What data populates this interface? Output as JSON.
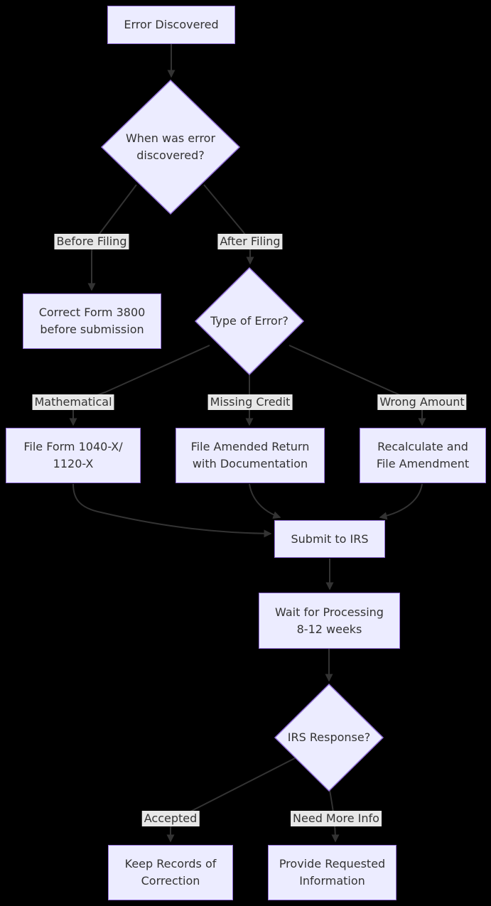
{
  "diagram": {
    "type": "flowchart",
    "nodes": {
      "error_discovered": "Error Discovered",
      "when_was_error_discovered": "When was error discovered?",
      "correct_form_3800": "Correct Form 3800 before submission",
      "type_of_error": "Type of Error?",
      "file_form_1040x": "File Form 1040-X/ 1120-X",
      "file_amended_return": "File Amended Return with Documentation",
      "recalculate_amendment": "Recalculate and File Amendment",
      "submit_to_irs": "Submit to IRS",
      "wait_processing": "Wait for Processing 8-12 weeks",
      "irs_response": "IRS Response?",
      "keep_records": "Keep Records of Correction",
      "provide_info": "Provide Requested Information"
    },
    "edge_labels": {
      "before_filing": "Before Filing",
      "after_filing": "After Filing",
      "mathematical": "Mathematical",
      "missing_credit": "Missing Credit",
      "wrong_amount": "Wrong Amount",
      "accepted": "Accepted",
      "need_more_info": "Need More Info"
    },
    "colors": {
      "background": "#000000",
      "node_fill": "#ececff",
      "node_border": "#9370db",
      "node_text": "#333333",
      "edge_line": "#333333",
      "edge_label_bg": "#e8e8e8",
      "edge_label_text": "#333333"
    }
  }
}
